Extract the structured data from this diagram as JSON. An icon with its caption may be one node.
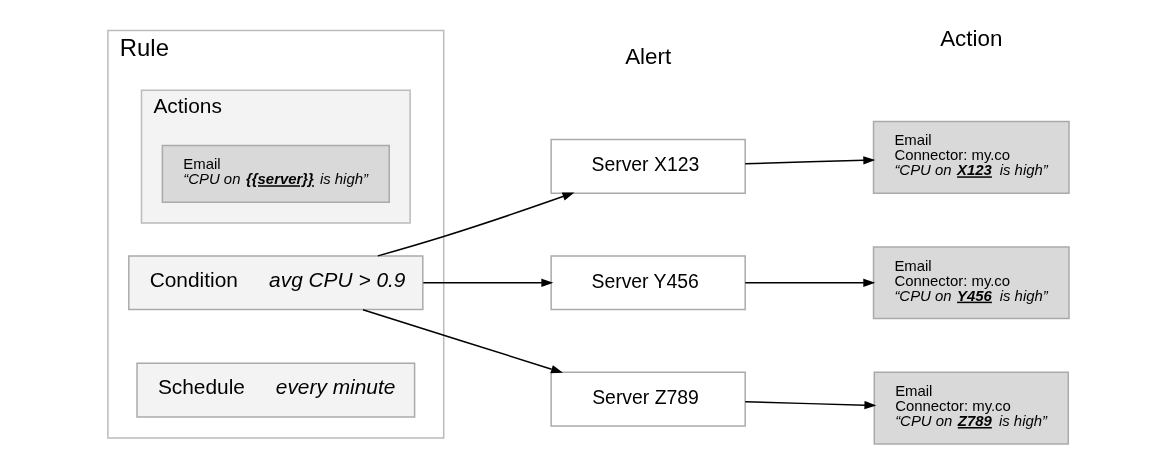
{
  "diagram": {
    "nodes": [
      {
        "text": [
          "Rule"
        ]
      },
      {
        "text": [
          "Condition",
          "avg CPU > 0.9"
        ],
        "in": 0
      },
      {
        "text": [
          "Schedule",
          "every minute"
        ],
        "in": 0
      },
      {
        "text": [
          "Actions"
        ],
        "in": 0
      },
      {
        "text": [
          "Email",
          "“CPU on **{{server}}** is high”"
        ],
        "in": 3
      },
      {
        "text": [
          "Server X123"
        ]
      },
      {
        "text": [
          "Server Y456"
        ]
      },
      {
        "text": [
          "Server Z789"
        ]
      },
      {
        "text": [
          "Email",
          "Connector: my.co",
          "“CPU on **X123** is high”"
        ]
      },
      {
        "text": [
          "Email",
          "Connector: my.co",
          "“CPU on **Y456** is high”"
        ]
      },
      {
        "text": [
          "Email",
          "Connector: my.co",
          "“CPU on **Z789** is high”"
        ]
      }
    ],
    "edges": [
      {
        "from": 1,
        "to": 5,
        "arrow": "to"
      },
      {
        "from": 1,
        "to": 6,
        "arrow": "to"
      },
      {
        "from": 1,
        "to": 7,
        "arrow": "to"
      },
      {
        "from": 5,
        "to": 8,
        "arrow": "to"
      },
      {
        "from": 6,
        "to": 9,
        "arrow": "to"
      },
      {
        "from": 7,
        "to": 10,
        "arrow": "to"
      }
    ],
    "labels": [
      "Alert",
      "Action"
    ]
  }
}
